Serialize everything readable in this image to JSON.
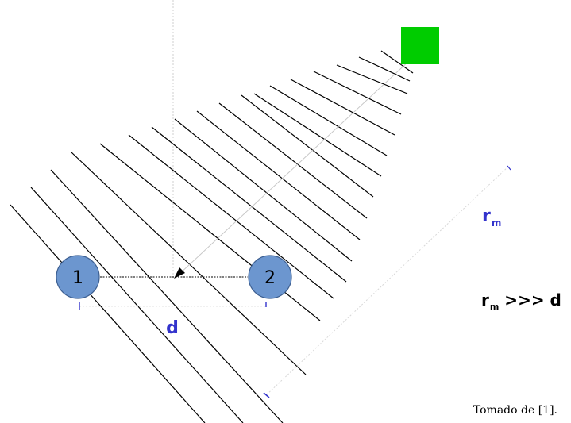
{
  "diagram": {
    "node_1_label": "1",
    "node_2_label": "2",
    "distance_label": "d",
    "range_label_main": "r",
    "range_label_sub": "m",
    "condition_main": "r",
    "condition_sub": "m",
    "condition_rest": " >>> d",
    "source_note": "Tomado de [1].",
    "colors": {
      "node_fill": "#6c96cf",
      "node_stroke": "#3d5f91",
      "source_fill": "#00cc00",
      "accent_label": "#3333cc",
      "wavefront": "#000000",
      "guide": "#cccccc"
    }
  }
}
